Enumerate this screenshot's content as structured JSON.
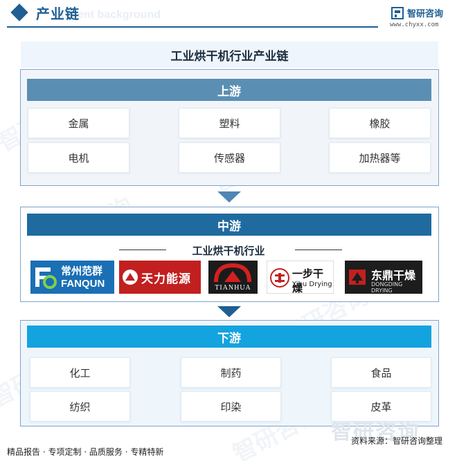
{
  "header": {
    "title": "产业链",
    "ghost_text": "pment background",
    "logo_name": "智研咨询",
    "logo_url": "www.chyxx.com"
  },
  "watermark": "智研咨询",
  "main_title": "工业烘干机行业产业链",
  "upstream": {
    "label": "上游",
    "items": [
      "金属",
      "塑料",
      "橡胶",
      "电机",
      "传感器",
      "加热器等"
    ]
  },
  "midstream": {
    "label": "中游",
    "subtitle": "工业烘干机行业",
    "brands": [
      {
        "name": "常州范群",
        "sub": "FANQUN"
      },
      {
        "name": "天力能源",
        "sub": ""
      },
      {
        "name": "",
        "sub": "TIANHUA"
      },
      {
        "name": "一步干燥",
        "sub": "Yibu Drying"
      },
      {
        "name": "东鼎干燥",
        "sub": "DONGDING DRYING"
      }
    ]
  },
  "downstream": {
    "label": "下游",
    "items": [
      "化工",
      "制药",
      "食品",
      "纺织",
      "印染",
      "皮革"
    ]
  },
  "footer": {
    "left": "精品报告 · 专项定制 · 品质服务 · 专精特新",
    "source": "资料来源：智研咨询整理"
  },
  "colors": {
    "brand_blue": "#1f5f92",
    "upstream_bar": "#5a8fb3",
    "midstream_bar": "#1f6ba0",
    "downstream_bar": "#13a3de",
    "arrow": "#4f86b4"
  }
}
